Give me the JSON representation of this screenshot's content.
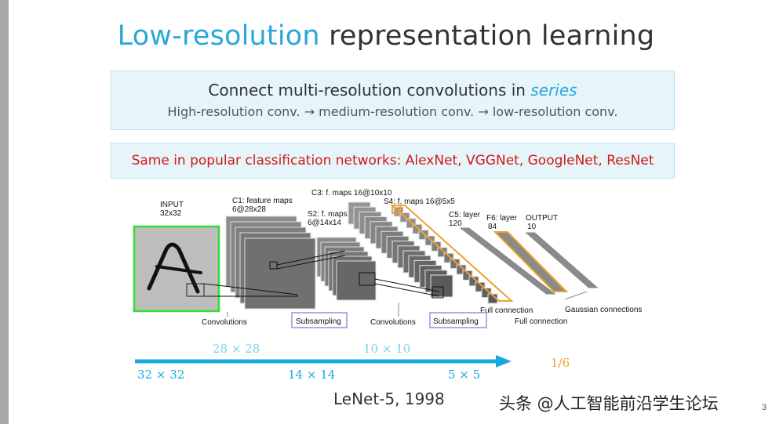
{
  "slide": {
    "title_highlight": "Low-resolution",
    "title_rest": " representation learning",
    "box1_line1_prefix": "Connect multi-resolution convolutions in ",
    "box1_line1_emph": "series",
    "box1_line2": "High-resolution conv. → medium-resolution conv. → low-resolution conv.",
    "box2_text": "Same in popular classification networks: AlexNet, VGGNet, GoogleNet, ResNet",
    "caption": "LeNet-5, 1998",
    "watermark": "头条 @人工智能前沿学生论坛",
    "page_number": "3"
  },
  "lenet": {
    "input_l1": "INPUT",
    "input_l2": "32x32",
    "c1_l1": "C1: feature maps",
    "c1_l2": "6@28x28",
    "s2_l1": "S2: f. maps",
    "s2_l2": "6@14x14",
    "c3": "C3: f. maps 16@10x10",
    "s4": "S4: f. maps 16@5x5",
    "c5_l1": "C5: layer",
    "c5_l2": "120",
    "f6_l1": "F6: layer",
    "f6_l2": "84",
    "out_l1": "OUTPUT",
    "out_l2": "10",
    "conv1": "Convolutions",
    "sub1": "Subsampling",
    "conv2": "Convolutions",
    "sub2": "Subsampling",
    "fc1": "Full connection",
    "fc2": "Full connection",
    "gauss": "Gaussian connections"
  },
  "sizes": {
    "s28": "28 × 28",
    "s10": "10 × 10",
    "s32": "32 × 32",
    "s14": "14 × 14",
    "s5": "5 × 5",
    "ratio": "1/6"
  },
  "colors": {
    "accent_blue": "#2aa7d8",
    "red": "#d01919",
    "orange": "#f0a030",
    "green": "#2ecc2e",
    "teal_light": "#7fd0e6"
  }
}
